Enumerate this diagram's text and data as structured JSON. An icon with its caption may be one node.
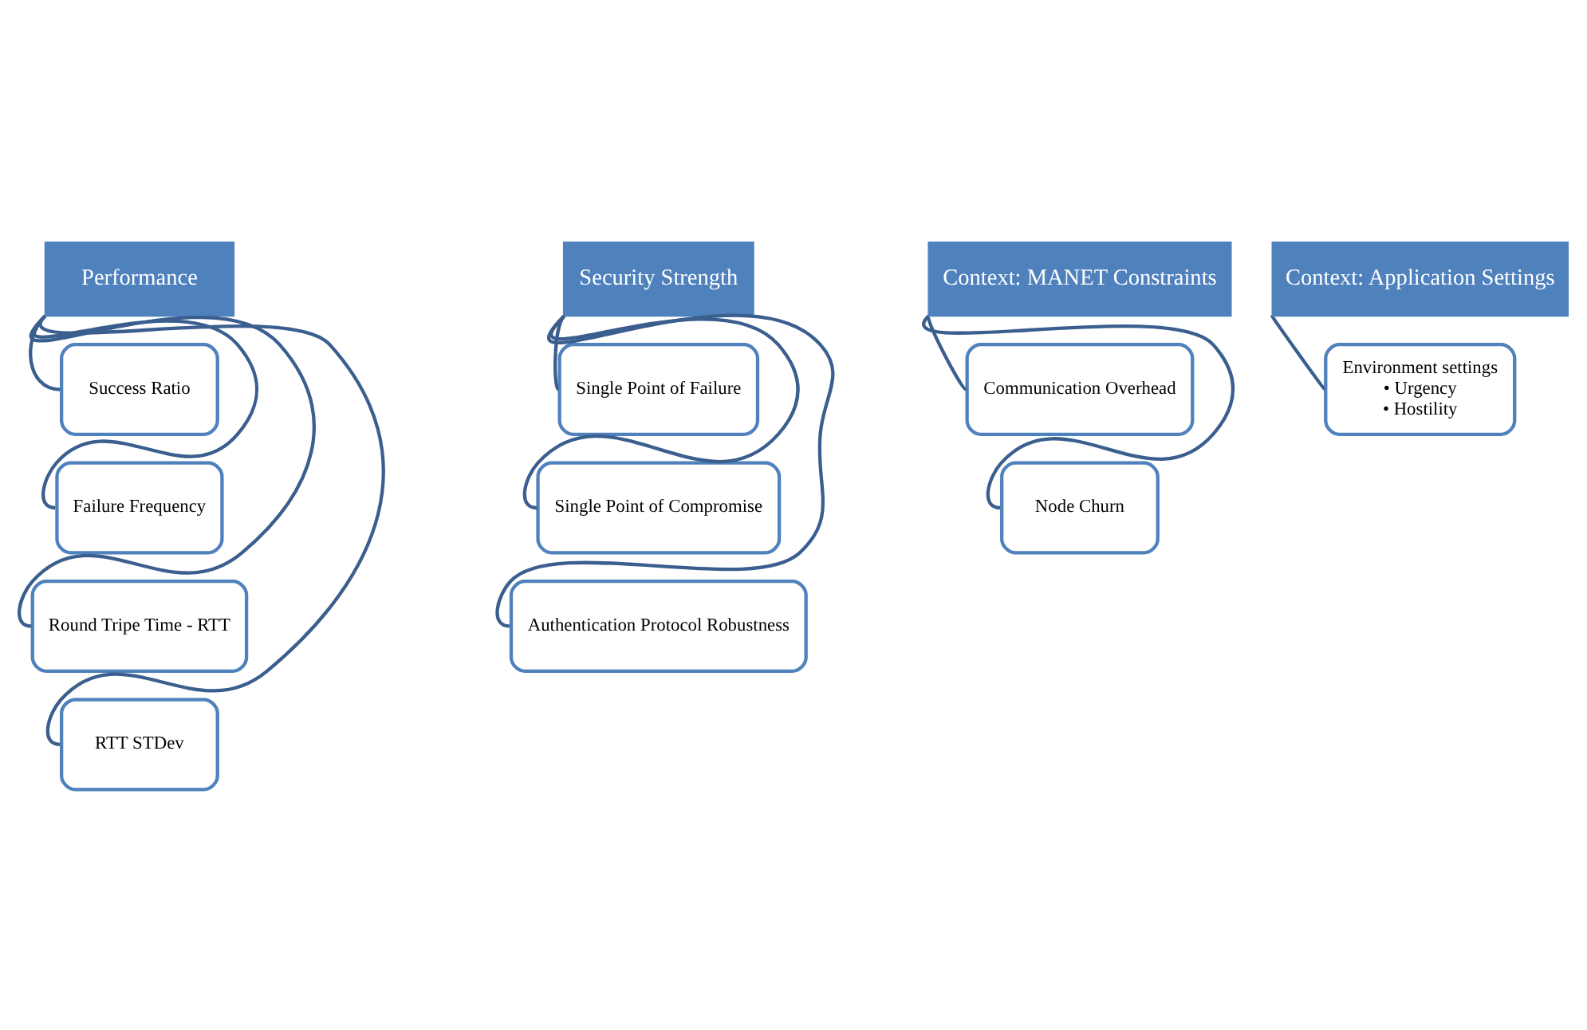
{
  "diagram": {
    "nodes": [
      {
        "text": [
          "Performance"
        ]
      },
      {
        "text": [
          "Success Ratio"
        ]
      },
      {
        "text": [
          "Failure Frequency"
        ]
      },
      {
        "text": [
          "Round Tripe Time - RTT"
        ]
      },
      {
        "text": [
          "RTT STDev"
        ]
      },
      {
        "text": [
          "Security Strength"
        ]
      },
      {
        "text": [
          "Single Point of Failure"
        ]
      },
      {
        "text": [
          "Single Point of Compromise"
        ]
      },
      {
        "text": [
          "Authentication Protocol Robustness"
        ]
      },
      {
        "text": [
          "Context: MANET Constraints"
        ]
      },
      {
        "text": [
          "Communication Overhead"
        ]
      },
      {
        "text": [
          "Node Churn"
        ]
      },
      {
        "text": [
          "Context: Application Settings"
        ]
      },
      {
        "text": [
          "Environment settings",
          "• Urgency",
          "• Hostility"
        ]
      }
    ],
    "edges": [
      {
        "from": 0,
        "to": 1,
        "arrow": "none"
      },
      {
        "from": 0,
        "to": 2,
        "arrow": "none"
      },
      {
        "from": 0,
        "to": 3,
        "arrow": "none"
      },
      {
        "from": 0,
        "to": 4,
        "arrow": "none"
      },
      {
        "from": 5,
        "to": 6,
        "arrow": "none"
      },
      {
        "from": 5,
        "to": 7,
        "arrow": "none"
      },
      {
        "from": 5,
        "to": 8,
        "arrow": "none"
      },
      {
        "from": 9,
        "to": 10,
        "arrow": "none"
      },
      {
        "from": 9,
        "to": 11,
        "arrow": "none"
      },
      {
        "from": 12,
        "to": 13,
        "arrow": "none"
      }
    ]
  }
}
